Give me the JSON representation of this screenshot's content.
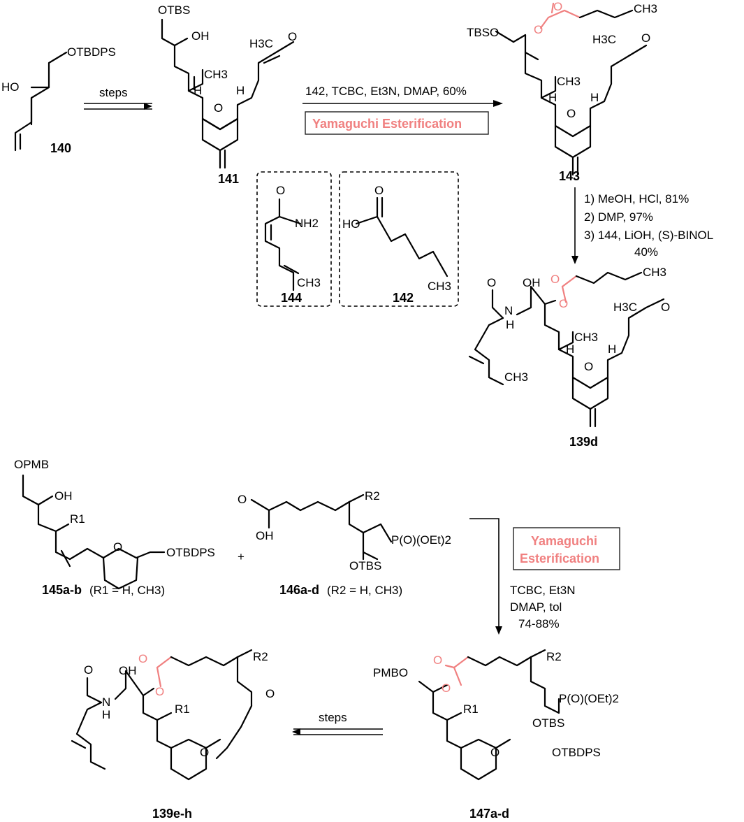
{
  "colors": {
    "highlight": "#f08080",
    "ink": "#000000"
  },
  "compounds": {
    "c140": "140",
    "c141": "141",
    "c142": "142",
    "c143": "143",
    "c144": "144",
    "c139d": "139d",
    "c145": "145a-b",
    "c145_sub": "(R1 = H, CH3)",
    "c146": "146a-d",
    "c146_sub": "(R2 = H, CH3)",
    "c147": "147a-d",
    "c139eh": "139e-h"
  },
  "groups": {
    "otbdps": "OTBDPS",
    "otbs": "OTBS",
    "tbso": "TBSO",
    "ho": "HO",
    "oh": "OH",
    "opmb": "OPMB",
    "pmbo": "PMBO",
    "h3c": "H3C",
    "ch3": "CH3",
    "nh2": "NH2",
    "h": "H",
    "o": "O",
    "n_h": "N",
    "r1": "R1",
    "r2": "R2",
    "phos": "P(O)(OEt)2",
    "plus": "+"
  },
  "steps": {
    "steps1": "steps",
    "step_143_a": "142, TCBC, Et3N, DMAP, 60%",
    "yamaguchi_1": "Yamaguchi Esterification",
    "step_139d_1": "1) MeOH, HCl, 81%",
    "step_139d_2": "2) DMP, 97%",
    "step_139d_3": "3) 144, LiOH, (S)-BINOL",
    "step_139d_4": "40%",
    "yamaguchi_2a": "Yamaguchi",
    "yamaguchi_2b": "Esterification",
    "step_147_1": "TCBC, Et3N",
    "step_147_2": "DMAP, tol",
    "step_147_3": "74-88%",
    "steps2": "steps"
  }
}
